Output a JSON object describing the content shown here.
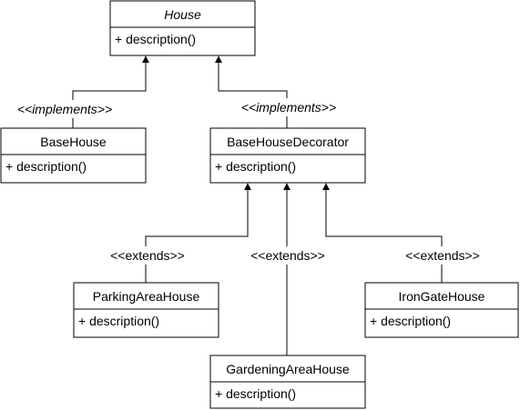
{
  "classes": {
    "house": {
      "name": "House",
      "member": "+ description()"
    },
    "base_house": {
      "name": "BaseHouse",
      "member": "+ description()"
    },
    "base_house_decorator": {
      "name": "BaseHouseDecorator",
      "member": "+ description()"
    },
    "parking_area_house": {
      "name": "ParkingAreaHouse",
      "member": "+ description()"
    },
    "gardening_area_house": {
      "name": "GardeningAreaHouse",
      "member": "+ description()"
    },
    "iron_gate_house": {
      "name": "IronGateHouse",
      "member": "+ description()"
    }
  },
  "relations": {
    "base_house_implements": "<<implements>>",
    "decorator_implements": "<<implements>>",
    "parking_extends": "<<extends>>",
    "gardening_extends": "<<extends>>",
    "irongate_extends": "<<extends>>"
  }
}
